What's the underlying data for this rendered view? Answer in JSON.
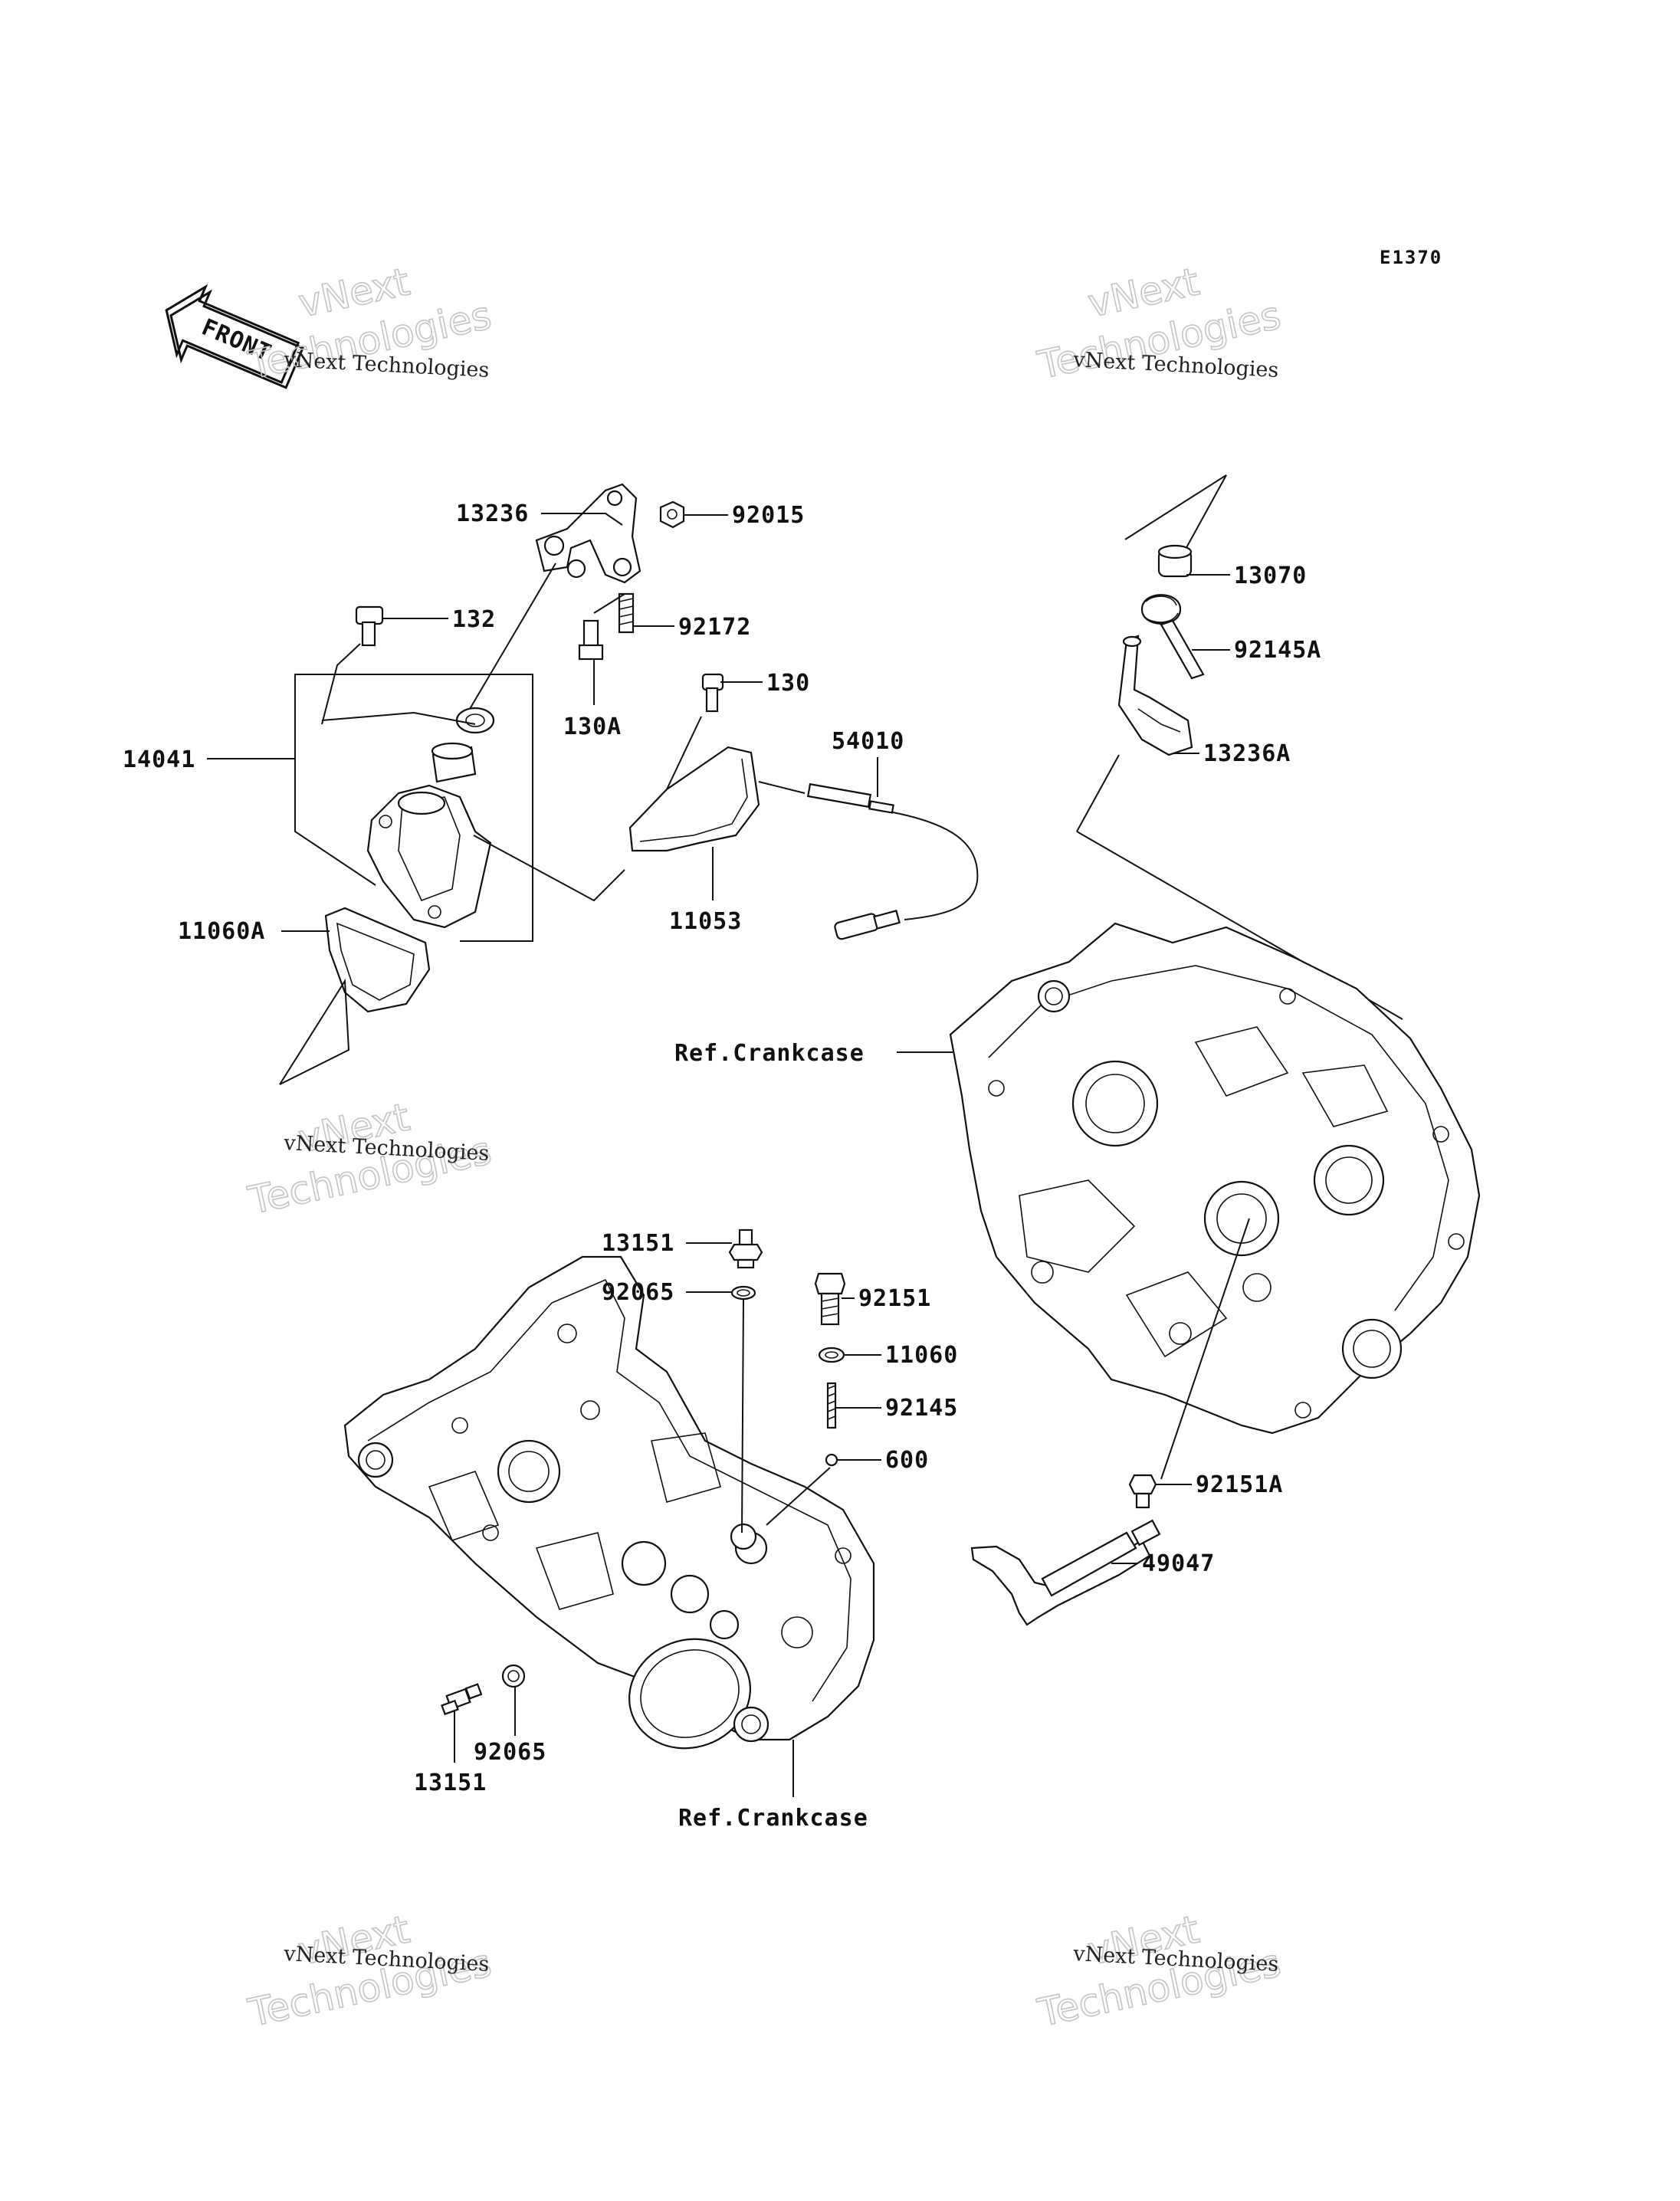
{
  "diagram_code": "E1370",
  "front_label": "FRONT",
  "watermark": {
    "line1": "vNext Technologies",
    "line2a": "vNext",
    "line2b": "Technologies"
  },
  "labels": {
    "p13236": "13236",
    "p92015": "92015",
    "p132": "132",
    "p92172": "92172",
    "p14041": "14041",
    "p130A": "130A",
    "p130": "130",
    "p54010": "54010",
    "p11060A": "11060A",
    "p11053": "11053",
    "p13070": "13070",
    "p92145A": "92145A",
    "p13236A": "13236A",
    "ref_crankcase_1": "Ref.Crankcase",
    "p13151_top": "13151",
    "p92065_top": "92065",
    "p92151": "92151",
    "p11060": "11060",
    "p92145": "92145",
    "p600": "600",
    "p92151A": "92151A",
    "p49047": "49047",
    "p92065_bottom": "92065",
    "p13151_bottom": "13151",
    "ref_crankcase_2": "Ref.Crankcase"
  }
}
